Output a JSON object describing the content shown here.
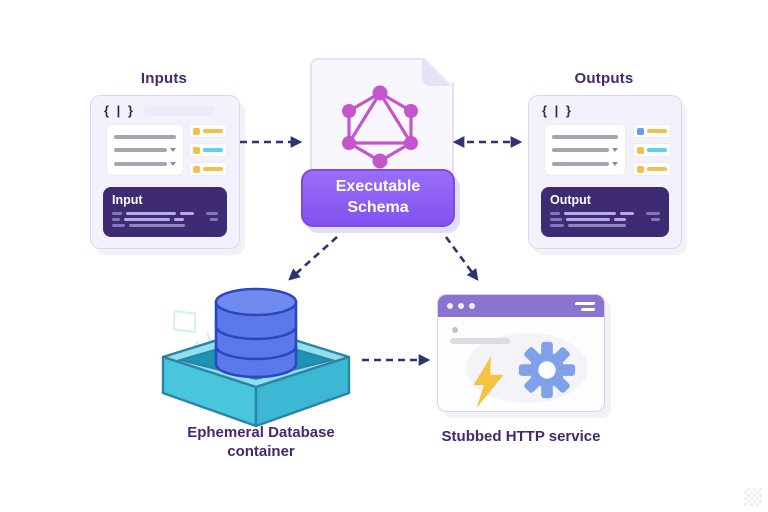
{
  "nodes": {
    "inputs": {
      "title": "Inputs",
      "braces": "{ | }",
      "code_label": "Input"
    },
    "outputs": {
      "title": "Outputs",
      "braces": "{ | }",
      "code_label": "Output"
    },
    "schema": {
      "label": "Executable Schema",
      "icon": "graphql-logo"
    },
    "database": {
      "label": "Ephemeral Database container",
      "icon": "database-cylinder-in-open-box"
    },
    "http": {
      "label": "Stubbed HTTP service",
      "icons": [
        "browser-window",
        "lightning-bolt-icon",
        "gear-icon"
      ]
    }
  },
  "edges": [
    {
      "from": "inputs",
      "to": "schema",
      "style": "dashed-arrow"
    },
    {
      "from": "schema",
      "to": "outputs",
      "style": "dashed-arrow-double"
    },
    {
      "from": "schema",
      "to": "database",
      "style": "dashed-arrow"
    },
    {
      "from": "schema",
      "to": "http",
      "style": "dashed-arrow"
    },
    {
      "from": "database",
      "to": "http",
      "style": "dashed-arrow"
    }
  ],
  "colors": {
    "background": "#ffffff",
    "title_text": "#46286d",
    "arrow": "#2d3470",
    "panel_bg": "#f3f1fb",
    "panel_border": "#ddd6f2",
    "card_white": "#ffffff",
    "line_gray": "#a3a5b3",
    "code_card_bg": "#3e2b72",
    "code_line": "#b7aae6",
    "code_line_dim": "#8577bd",
    "chip_yellow": "#f2c04e",
    "chip_cyan": "#5fd1e8",
    "chip_blue": "#6d9bee",
    "file_bg": "#f8f7fd",
    "file_border": "#e6e0f5",
    "graphql_pink": "#c455cd",
    "teal_light": "#8fe0ea",
    "teal_mid": "#49c6dd",
    "teal_mid2": "#3cb8d4",
    "teal_deep": "#1e93b4",
    "teal_stroke": "#2a84a8",
    "db_blue": "#5b79e8",
    "db_blue_light": "#708bf0",
    "db_stroke": "#2d47c4",
    "browser_bar": "#8b74cf",
    "gear_blue": "#7fa1ea",
    "bolt_yellow": "#f6c33e"
  }
}
